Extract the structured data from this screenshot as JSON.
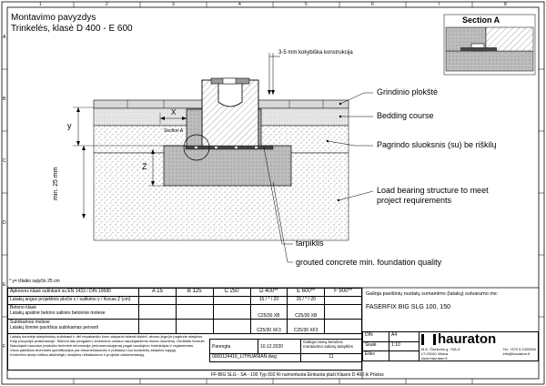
{
  "title": {
    "line1": "Montavimo pavyzdys",
    "line2": "Trinkelės, klasė D 400 - E 600"
  },
  "section_title": "Section A",
  "callouts": {
    "top_note": "3-5 mm kokybiška konstrukcija",
    "l1": "Grindinio plokštė",
    "l2": "Bedding course",
    "l3": "Pagrindo sluoksnis (su) be riškilų",
    "l4a": "Load bearing structure to meet",
    "l4b": "project requirements",
    "l5": "tarpiklis",
    "l6": "grouted concrete min. foundation quality",
    "section_marker": "Section A",
    "dim_x": "X",
    "dim_y": "y",
    "dim_z": "Z",
    "dim_min": "min. 25 mm"
  },
  "footnote": "* y= išlaiko sąlyčio   25 cm",
  "frame": {
    "cols": [
      "1",
      "2",
      "3",
      "4",
      "5",
      "6",
      "7",
      "8"
    ],
    "rows": [
      "A",
      "B",
      "C",
      "D",
      "E",
      "F"
    ]
  },
  "spec_table": {
    "header_label": "Apkrovos klasė sutinkant su EN 1433 / DIN 19580",
    "classes": [
      "A 15",
      "B 125",
      "C 250",
      "D 400**",
      "E 600**",
      "F 900**"
    ],
    "row1_label": "Latakų angos projektinis pločio x / sutikimo y / Kocas Z (cm)",
    "row1_values": [
      "",
      "",
      "",
      "15 / * / 20",
      "15 / * / 20",
      ""
    ],
    "row2_label": "Betono klasė",
    "row2_sub": "Latakų apatinė betono salinės betoninė molese",
    "row2_values": [
      "",
      "",
      "",
      "C25/30 XB",
      "C25/30 XB",
      ""
    ],
    "row3_label": "Sutinkamos molese",
    "row3_sub": "Latakų šoninė paviršius sutinkamas pervarti",
    "row3_values": [
      "",
      "",
      "",
      "C25/30 XF3",
      "C25/30 XF3",
      ""
    ],
    "notes": [
      "Latakų šoninėje statybininkų sutinkami ir dėl nepakanklo šono atspariai sklerai išskirti, atvoso jėga jie pagrinde statybos.",
      "Kaip pavyzdys priskiriamoje. Siūlomi tais įrengiami į techninius vanduo naudojamiems šioms duomenų. Dedekite formule.",
      "Naudojant hauraton produkto techninė informacija (rekomenduojama) pagal naudojimo instrukcijas ir reglamentus."
    ],
    "notes_extra": [
      "Visos pateiktos techninės specifikacijos yra rekomendacinės ir priklauso nuo konkrečių statybos sąlygų.",
      "Konkrečiu atveju būtina atsižvelgti į statybos reikalavimus ir projekto dokumentaciją."
    ]
  },
  "info_block": {
    "title": "Galioja pavišinių nustatų sumainimo (latakų) sutvarumo ms:",
    "product": "FASERFIX BIG SLG  100, 150"
  },
  "bottom_row": {
    "prepared_label": "Parengta",
    "date": "10.12.2020",
    "note": "Galioja mūsų bendros montavimo salonų taisyklės",
    "file": "0000124416_LITHUANIAN.dwg",
    "sheet_no": "11",
    "format_label": "DIN",
    "format_value": "A4",
    "scale_label": "Skalė",
    "scale_value": "1:10",
    "ref_label": "Eilės",
    "drawing_ref": "FF-BIG SLG - SA - 100 Typ 002 Ri numontuota Einkuota plaši Klasės D 400 ik Pristos"
  },
  "company": {
    "name": "hauraton",
    "address1": "M.K. Čiurlionio g. 70A-3",
    "address2": "LT-03100 Vilnius",
    "address3": "www.hauraton.lt",
    "phone": "Tel. +370 5 2420534",
    "email": "info@hauraton.lt"
  }
}
